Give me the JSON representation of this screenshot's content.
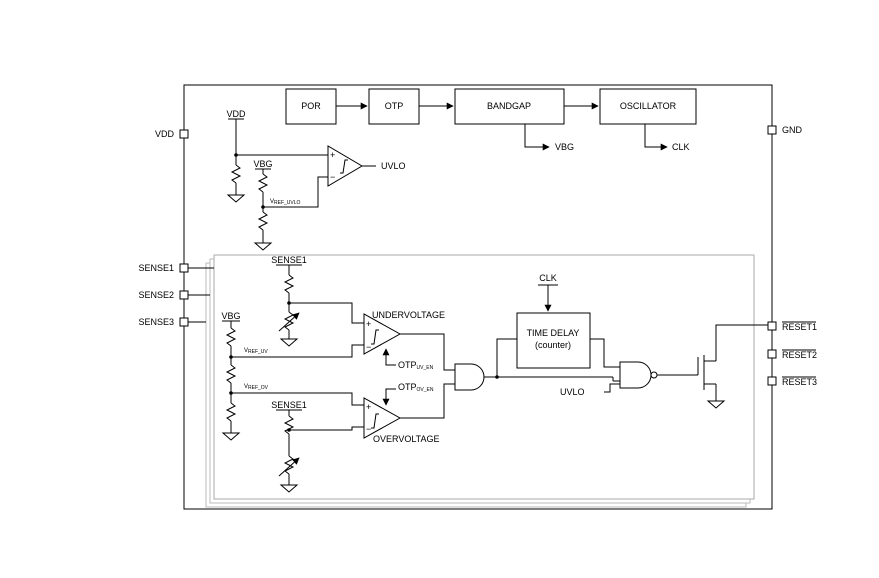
{
  "blocks": {
    "por": "POR",
    "otp": "OTP",
    "bandgap": "BANDGAP",
    "oscillator": "OSCILLATOR",
    "time_delay": "TIME DELAY",
    "time_delay_sub": "(counter)"
  },
  "pins": {
    "vdd": "VDD",
    "gnd": "GND",
    "sense1": "SENSE1",
    "sense2": "SENSE2",
    "sense3": "SENSE3",
    "reset1": "RESET1",
    "reset2": "RESET2",
    "reset3": "RESET3"
  },
  "signals": {
    "vdd": "VDD",
    "vbg": "VBG",
    "clk": "CLK",
    "uvlo": "UVLO",
    "vref_uvlo": "V",
    "vref_uvlo_sub": "REF_UVLO",
    "sense1": "SENSE1",
    "vref_uv": "V",
    "vref_uv_sub": "REF_UV",
    "vref_ov": "V",
    "vref_ov_sub": "REF_OV",
    "otp_uv": "OTP",
    "otp_uv_sub": "UV_EN",
    "otp_ov": "OTP",
    "otp_ov_sub": "OV_EN",
    "undervoltage": "UNDERVOLTAGE",
    "overvoltage": "OVERVOLTAGE",
    "plus": "+",
    "minus": "−"
  }
}
